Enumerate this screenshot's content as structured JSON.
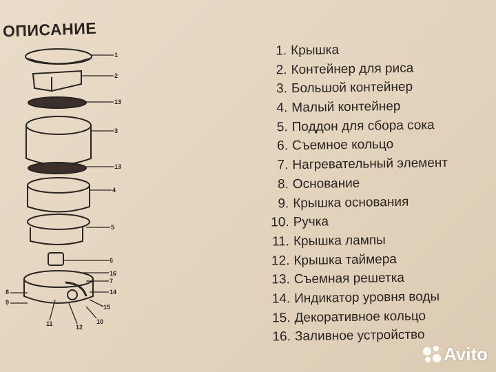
{
  "title": "ОПИСАНИЕ",
  "parts": [
    {
      "num": "1.",
      "label": "Крышка"
    },
    {
      "num": "2.",
      "label": "Контейнер для риса"
    },
    {
      "num": "3.",
      "label": "Большой контейнер"
    },
    {
      "num": "4.",
      "label": "Малый контейнер"
    },
    {
      "num": "5.",
      "label": "Поддон для сбора сока"
    },
    {
      "num": "6.",
      "label": "Съемное кольцо"
    },
    {
      "num": "7.",
      "label": "Нагревательный элемент"
    },
    {
      "num": "8.",
      "label": "Основание"
    },
    {
      "num": "9.",
      "label": "Крышка основания"
    },
    {
      "num": "10.",
      "label": "Ручка"
    },
    {
      "num": "11.",
      "label": "Крышка лампы"
    },
    {
      "num": "12.",
      "label": "Крышка таймера"
    },
    {
      "num": "13.",
      "label": "Съемная решетка"
    },
    {
      "num": "14.",
      "label": "Индикатор уровня воды"
    },
    {
      "num": "15.",
      "label": "Декоративное кольцо"
    },
    {
      "num": "16.",
      "label": "Заливное устройство"
    }
  ],
  "diagram_labels": {
    "l1": "1",
    "l2": "2",
    "l13a": "13",
    "l3": "3",
    "l13b": "13",
    "l4": "4",
    "l5": "5",
    "l6": "6",
    "l16": "16",
    "l7": "7",
    "l14": "14",
    "l15": "15",
    "l10": "10",
    "l12": "12",
    "l11": "11",
    "l8": "8",
    "l9": "9"
  },
  "watermark": "Avito"
}
